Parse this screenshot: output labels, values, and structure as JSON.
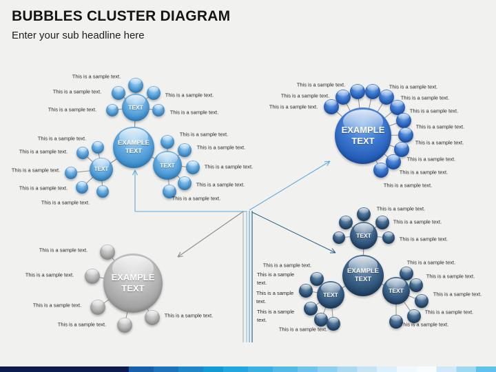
{
  "slide": {
    "title": "BUBBLES CLUSTER DIAGRAM",
    "subtitle": "Enter your sub headline here"
  },
  "clusters": [
    {
      "name": "top-left-cluster",
      "color_style": "light-blue",
      "accent_color": "#3a8ccc",
      "center_label": "EXAMPLE TEXT",
      "text_bubbles": [
        "TEXT",
        "TEXT",
        "TEXT"
      ],
      "sample_text": "This is a sample text.",
      "sample_label_count": 15
    },
    {
      "name": "top-right-cluster",
      "color_style": "royal-blue",
      "accent_color": "#1c55ae",
      "center_label": "EXAMPLE TEXT",
      "text_bubbles": [],
      "sample_text": "This is a sample text.",
      "sample_label_count": 11
    },
    {
      "name": "bottom-left-cluster",
      "color_style": "gray",
      "accent_color": "#9a9a9a",
      "center_label": "EXAMPLE TEXT",
      "text_bubbles": [],
      "sample_text": "This is a sample text.",
      "sample_label_count": 5
    },
    {
      "name": "bottom-right-cluster",
      "color_style": "navy",
      "accent_color": "#1d3d61",
      "center_label": "EXAMPLE TEXT",
      "text_bubbles": [
        "TEXT",
        "TEXT",
        "TEXT"
      ],
      "sample_text": "This is a sample text.",
      "sample_label_count": 13
    }
  ],
  "connectors": {
    "bubble_link_color": "#8f8f8f",
    "light_blue_arrow": "#5fa8dc",
    "gray_arrow": "#8c8c8c",
    "navy_arrow": "#31648c",
    "vertical_line_colors": [
      "#b4b4b4",
      "#8fc3e8",
      "#5fa8dc",
      "#31648c"
    ]
  },
  "colors": {
    "background": "#f1f1ef",
    "bottom_bar": [
      "#0d1b4d",
      "#1660ab",
      "#21a7e0",
      "#f7fcfe",
      "#5fc2ea"
    ]
  }
}
